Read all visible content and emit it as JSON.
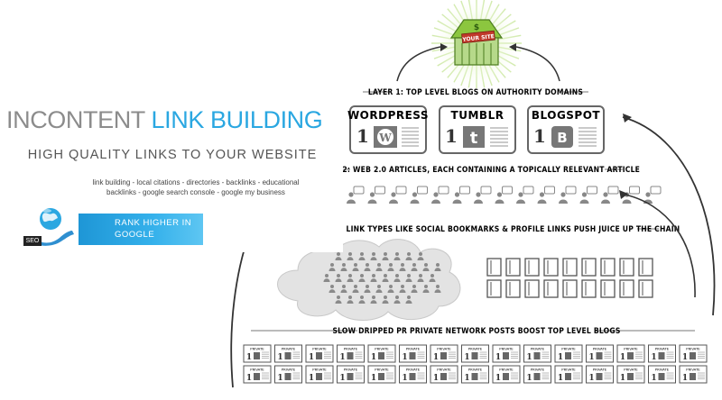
{
  "hero": {
    "title_part1": "INCONTENT",
    "title_part2": "LINK BUILDING",
    "subtitle": "HIGH QUALITY LINKS TO YOUR WEBSITE",
    "tags_line1": "link building - local citations - directories - backlinks - educational",
    "tags_line2": "backlinks - google search console - google my business",
    "cta_line1": "RANK HIGHER IN",
    "cta_line2": "GOOGLE",
    "seo_badge": "SEO"
  },
  "infographic": {
    "site_sign": "YOUR SITE",
    "site_dollar": "$",
    "layer1": "LAYER 1: TOP LEVEL BLOGS ON AUTHORITY DOMAINS",
    "layer2": "LAYER 2: WEB 2.0 ARTICLES, EACH CONTAINING A TOPICALLY RELEVANT ARTICLE",
    "layer3": "3: DIVERSE LINK TYPES LIKE SOCIAL BOOKMARKS & PROFILE LINKS PUSH JUICE UP THE CHAIN",
    "layer4": "SLOW DRIPPED PR PRIVATE NETWORK POSTS BOOST TOP LEVEL BLOGS",
    "blogs": [
      {
        "name": "WORDPRESS",
        "count": "1",
        "icon": "W"
      },
      {
        "name": "TUMBLR",
        "count": "1",
        "icon": "t"
      },
      {
        "name": "BLOGSPOT",
        "count": "1",
        "icon": "B"
      }
    ],
    "private_label": "PRIVATE",
    "private_count": "1"
  },
  "colors": {
    "accent": "#2aa7e1",
    "title_gray": "#8c8c8c",
    "site_green": "#6aa84f"
  }
}
